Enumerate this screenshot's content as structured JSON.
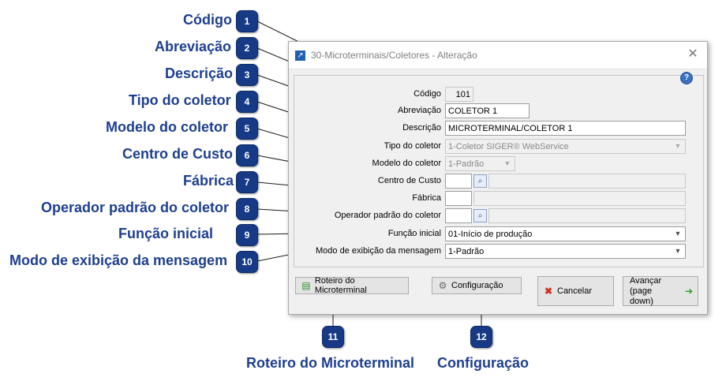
{
  "callouts": [
    {
      "num": "1",
      "label": "Código"
    },
    {
      "num": "2",
      "label": "Abreviação"
    },
    {
      "num": "3",
      "label": "Descrição"
    },
    {
      "num": "4",
      "label": "Tipo do coletor"
    },
    {
      "num": "5",
      "label": "Modelo do coletor"
    },
    {
      "num": "6",
      "label": "Centro de Custo"
    },
    {
      "num": "7",
      "label": "Fábrica"
    },
    {
      "num": "8",
      "label": "Operador padrão do coletor"
    },
    {
      "num": "9",
      "label": "Função inicial"
    },
    {
      "num": "10",
      "label": "Modo de exibição da mensagem"
    },
    {
      "num": "11",
      "label": "Roteiro do Microterminal"
    },
    {
      "num": "12",
      "label": "Configuração"
    }
  ],
  "dialog": {
    "title": "30-Microterminais/Coletores - Alteração",
    "close_glyph": "✕",
    "help_glyph": "?",
    "fields": {
      "codigo": {
        "label": "Código",
        "value": "101"
      },
      "abreviacao": {
        "label": "Abreviação",
        "value": "COLETOR 1"
      },
      "descricao": {
        "label": "Descrição",
        "value": "MICROTERMINAL/COLETOR 1"
      },
      "tipo": {
        "label": "Tipo do coletor",
        "value": "1-Coletor SIGER® WebService"
      },
      "modelo": {
        "label": "Modelo do coletor",
        "value": "1-Padrão"
      },
      "centro_custo": {
        "label": "Centro de Custo",
        "value": ""
      },
      "fabrica": {
        "label": "Fábrica",
        "value": ""
      },
      "operador": {
        "label": "Operador padrão do coletor",
        "value": ""
      },
      "funcao": {
        "label": "Função inicial",
        "value": "01-Início de produção"
      },
      "modo": {
        "label": "Modo de exibição da mensagem",
        "value": "1-Padrão"
      }
    },
    "buttons": {
      "roteiro": "Roteiro do Microterminal",
      "configuracao": "Configuração",
      "cancelar": "Cancelar",
      "avancar_line1": "Avançar",
      "avancar_line2": "(page down)"
    }
  }
}
